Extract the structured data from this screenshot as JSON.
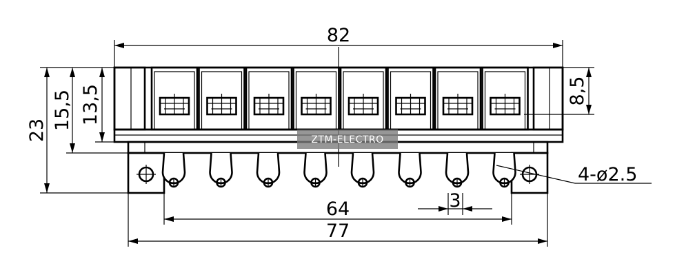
{
  "dimensions": {
    "overall_width": "82",
    "height_total": "23",
    "height_mid": "15,5",
    "height_inner": "13,5",
    "right_height": "8,5",
    "pitch": "3",
    "span_inner": "64",
    "span_outer": "77",
    "holes": "4-ø2.5"
  },
  "watermark": {
    "text": "ZTM-ELECTRO"
  },
  "terminal_count": 8
}
